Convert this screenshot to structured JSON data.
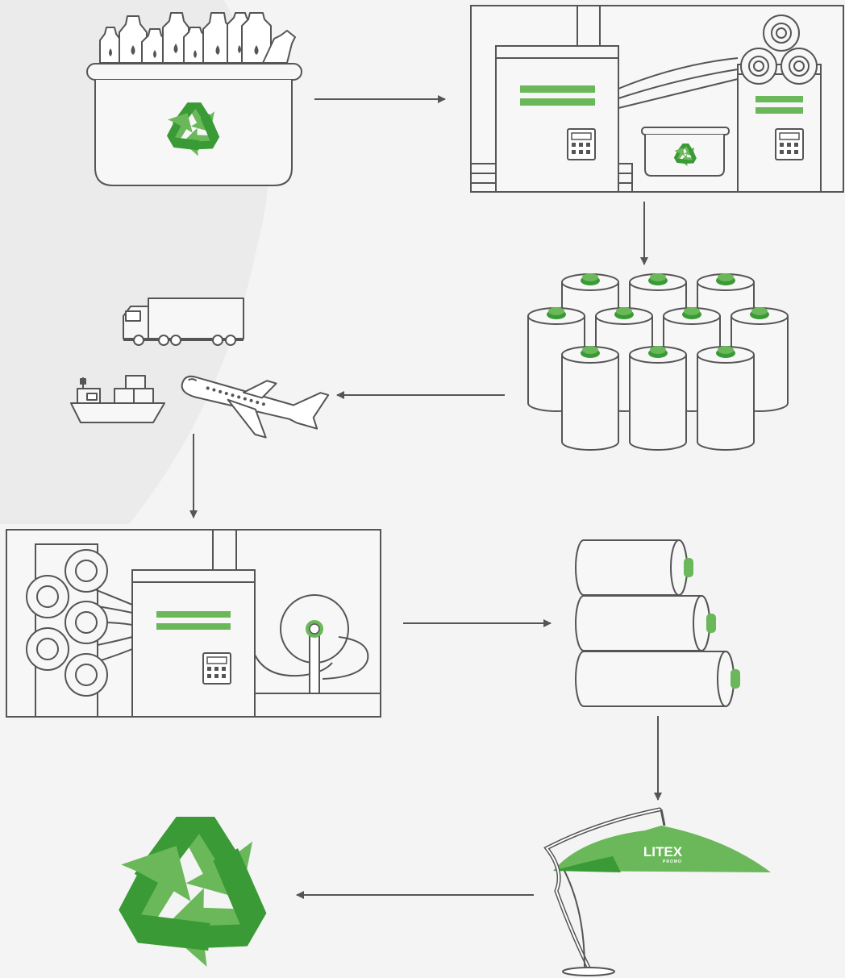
{
  "colors": {
    "background": "#f4f4f4",
    "background_arc": "#ebebeb",
    "stroke": "#555555",
    "fill_light": "#f7f7f7",
    "green_light": "#6ab85a",
    "green_dark": "#3a9a35",
    "arrow": "#555555"
  },
  "steps": [
    {
      "id": "bottles-bin",
      "icon": "bottles-recycling-bin-icon"
    },
    {
      "id": "extrusion-machine",
      "icon": "extrusion-machine-icon"
    },
    {
      "id": "yarn-spools",
      "icon": "yarn-spools-icon"
    },
    {
      "id": "transport",
      "icon": "truck-ship-plane-icon"
    },
    {
      "id": "weaving-machine",
      "icon": "weaving-machine-icon"
    },
    {
      "id": "fabric-rolls",
      "icon": "fabric-rolls-icon"
    },
    {
      "id": "umbrella",
      "icon": "cantilever-umbrella-icon"
    },
    {
      "id": "recycle",
      "icon": "recycle-icon"
    }
  ],
  "umbrella": {
    "brand": "LITEX",
    "tagline": "PROMO"
  }
}
